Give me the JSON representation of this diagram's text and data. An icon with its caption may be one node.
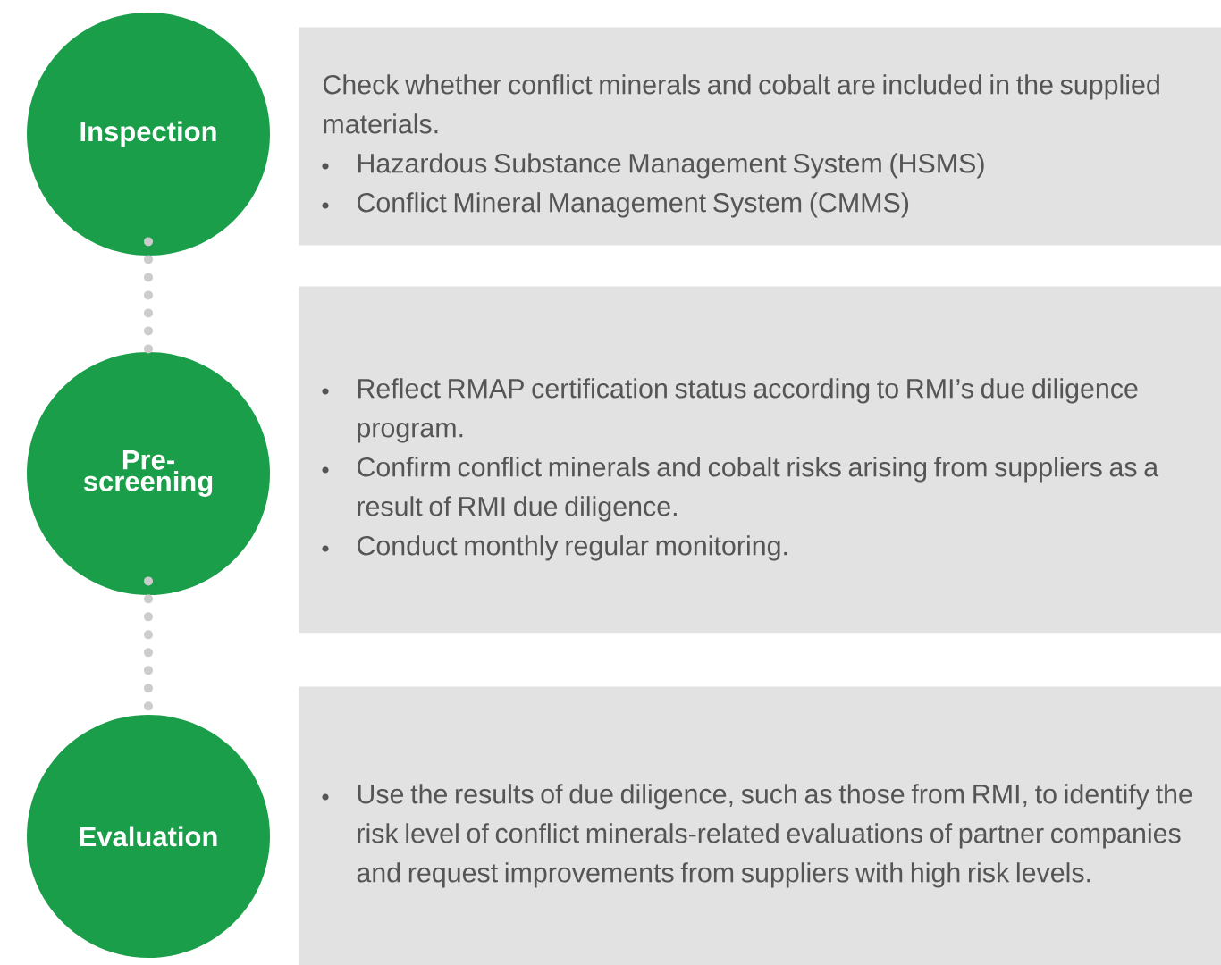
{
  "diagram": {
    "nodes": [
      {
        "text": [
          "Inspection"
        ]
      },
      {
        "text": [
          "Check whether conflict minerals and cobalt are included in the supplied materials.",
          "Hazardous Substance Management System (HSMS)",
          "Conflict Mineral Management System (CMMS)"
        ]
      },
      {
        "text": [
          "Pre-screening"
        ]
      },
      {
        "text": [
          "Reflect RMAP certification status according to RMI’s due diligence program.",
          "Confirm conflict minerals and cobalt risks arising from suppliers as a result of RMI due diligence.",
          "Conduct monthly regular monitoring."
        ]
      },
      {
        "text": [
          "Evaluation"
        ]
      },
      {
        "text": [
          "Use the results of due diligence, such as those from RMI, to identify the risk level of conflict minerals-related evaluations of partner companies and request improvements from suppliers with high risk levels."
        ]
      }
    ],
    "edges": [
      {
        "from": 0,
        "to": 2,
        "arrow": "none",
        "style": "dashed"
      },
      {
        "from": 2,
        "to": 4,
        "arrow": "none",
        "style": "dashed"
      }
    ]
  }
}
